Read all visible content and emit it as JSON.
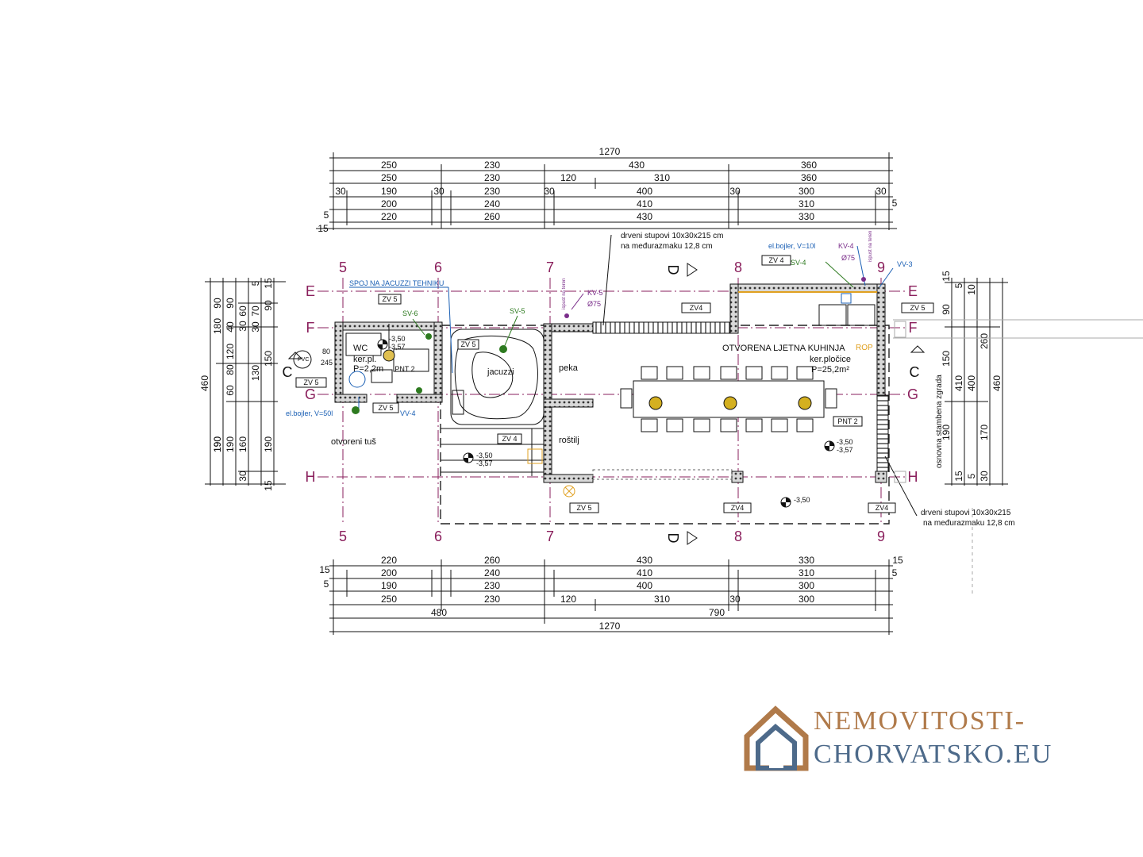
{
  "plan": {
    "top_dims": {
      "overall": "1270",
      "row1": [
        "250",
        "230",
        "430",
        "360"
      ],
      "row2": [
        "250",
        "230",
        "120",
        "310",
        "360"
      ],
      "row3": [
        "30",
        "190",
        "30",
        "230",
        "30",
        "400",
        "30",
        "300",
        "30"
      ],
      "row4": [
        "200",
        "240",
        "410",
        "310"
      ],
      "row5": [
        "220",
        "260",
        "430",
        "330"
      ],
      "edge": [
        "5",
        "15",
        "5"
      ]
    },
    "bottom_dims": {
      "row1": [
        "220",
        "260",
        "430",
        "330"
      ],
      "row2": [
        "200",
        "240",
        "410",
        "310"
      ],
      "row3": [
        "190",
        "230",
        "400",
        "300"
      ],
      "row4": [
        "250",
        "230",
        "120",
        "310",
        "30",
        "300"
      ],
      "row5": [
        "480",
        "790"
      ],
      "overall": "1270",
      "edge": [
        "15",
        "5",
        "15",
        "5"
      ]
    },
    "left_dims": {
      "overall": "460",
      "sub": [
        "180",
        "190"
      ],
      "rows": [
        "90",
        "90",
        "60",
        "30",
        "70",
        "90",
        "150",
        "190",
        "190",
        "160",
        "190"
      ],
      "small": [
        "15",
        "5",
        "30",
        "40",
        "120",
        "80",
        "130",
        "60",
        "30",
        "15"
      ]
    },
    "right_dims": {
      "overall": "460",
      "sub": [
        "260"
      ],
      "rows": [
        "90",
        "150",
        "410",
        "400",
        "190",
        "170"
      ],
      "small": [
        "15",
        "5",
        "10",
        "15",
        "5",
        "30"
      ]
    },
    "axes_top": [
      "5",
      "6",
      "7",
      "8",
      "9"
    ],
    "axes_bottom": [
      "5",
      "6",
      "7",
      "8",
      "9"
    ],
    "axes_left": [
      "E",
      "F",
      "C",
      "G",
      "H"
    ],
    "axes_right": [
      "E",
      "F",
      "C",
      "G",
      "H"
    ],
    "section_marks": [
      "D",
      "D"
    ],
    "labels": {
      "stupovi_top_1": "drveni stupovi 10x30x215 cm",
      "stupovi_top_2": "na međurazmaku 12,8 cm",
      "stupovi_right_1": "drveni stupovi 10x30x215",
      "stupovi_right_2": "na međurazmaku 12,8 cm",
      "spoj": "SPOJ NA JACUZZI TEHNIKU",
      "bojler_small": "el.bojler, V=10l",
      "bojler_wc": "el.bojler, V=50l",
      "kv4": "KV-4",
      "kv4_dia": "Ø75",
      "kv5": "KV-5",
      "kv5_dia": "Ø75",
      "ispust_1": "ispust na teren",
      "ispust_2": "ispust na teren",
      "sv4": "SV-4",
      "sv5": "SV-5",
      "sv6": "SV-6",
      "vv3": "VV-3",
      "vv4": "VV-4",
      "zv4": "ZV4",
      "zv5": "ZV 5",
      "zv4b": "ZV 4",
      "zv5_right": "ZV 5",
      "zv4_bottom_1": "ZV4",
      "zv4_bottom_2": "ZV4",
      "zv5_bottom": "ZV 5",
      "zv5_wc_top": "ZV 5",
      "zv5_wc_bottom": "ZV 5",
      "zv5_left": "ZV 5",
      "zv5_jacuzzi": "ZV 5",
      "zv4_jacuzzi": "ZV 4",
      "kitchen_title": "OTVORENA LJETNA KUHINJA",
      "kitchen_floor": "ker.pločice",
      "kitchen_area": "P=25,2m²",
      "rop": "ROP",
      "pnt2": "PNT 2",
      "pnt2_wc": "PNT 2",
      "wc": "WC",
      "wc_floor": "ker.pl.",
      "wc_area": "P=2,2m",
      "jacuzzi": "jacuzzi",
      "peka": "peka",
      "rostilj": "roštilj",
      "tus": "otvoreni tuš",
      "lvl_1": "-3,50",
      "lvl_2": "-3,57",
      "lvl_3": "-3,50",
      "lvl_4": "-3,57",
      "lvl_5": "-3,50",
      "lvl_6": "-3,57",
      "lvl_7": "-3,50",
      "dim_80": "80",
      "dim_245": "245",
      "pvc": "PVC",
      "adjacent": "osnovna stambena zgrada"
    }
  },
  "logo": {
    "line1": "NEMOVITOSTI-",
    "line2": "CHORVATSKO.EU"
  },
  "colors": {
    "axis": "#8a1f5c",
    "wall": "#3a3a3a",
    "blue": "#1a5fb4",
    "green": "#2d7a1f",
    "purple": "#7a2d8a",
    "logo_brown": "#b07a4a",
    "logo_blue": "#4d6a8a"
  }
}
